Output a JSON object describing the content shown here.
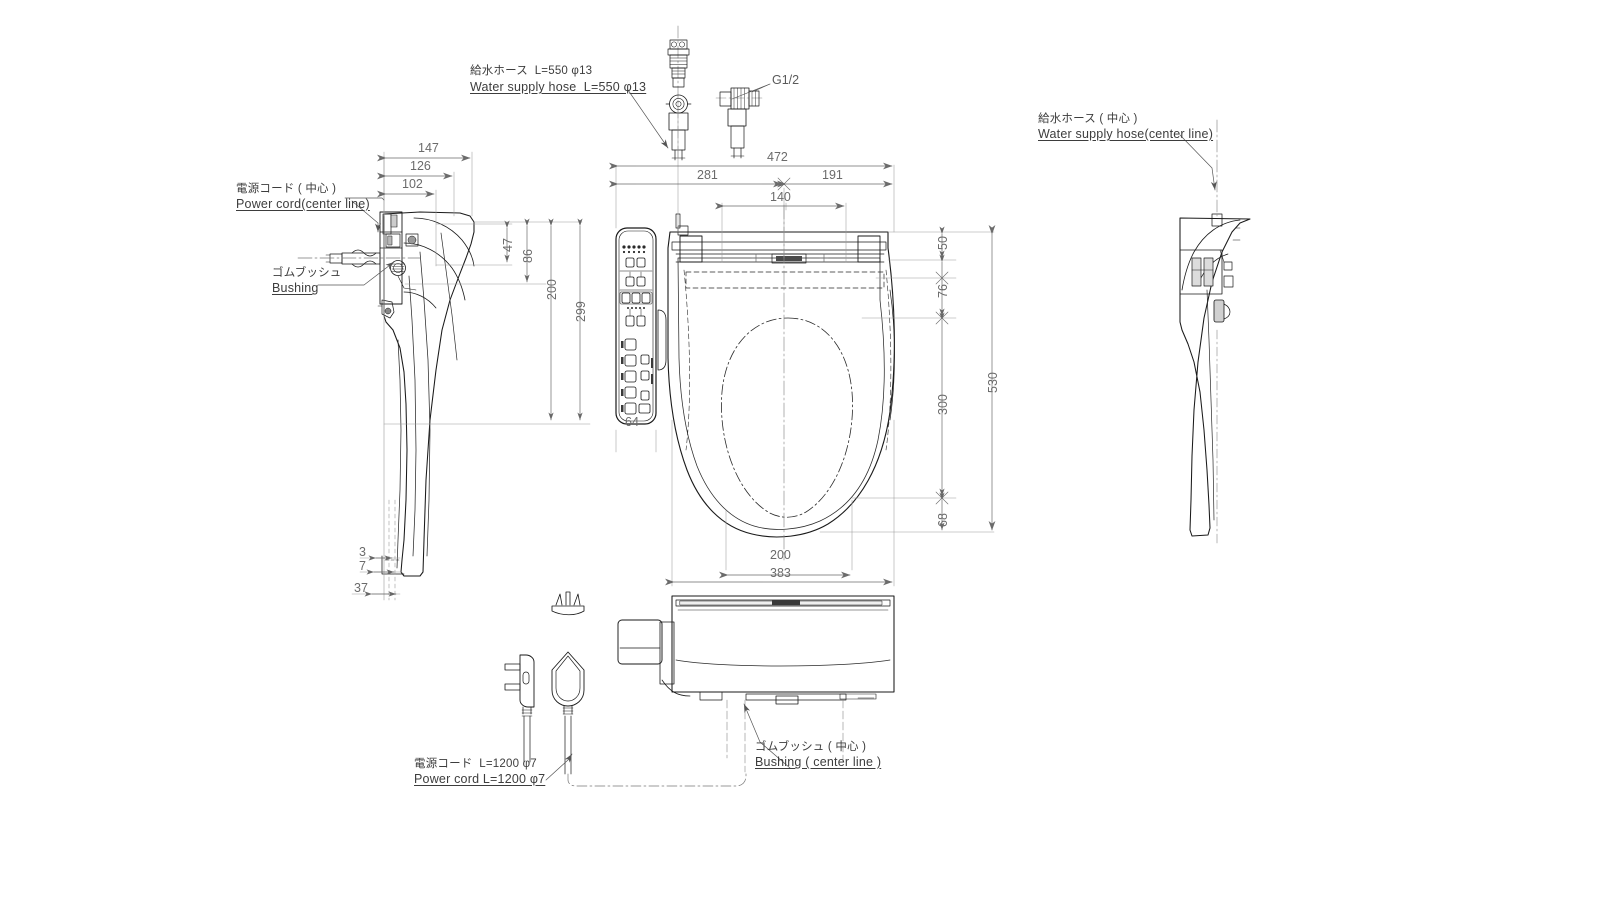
{
  "drawing": {
    "type": "technical-drawing",
    "subject": "Electronic bidet toilet seat (washlet) dimensional drawing",
    "units": "mm",
    "background_color": "#ffffff",
    "line_color": "#1a1a1a",
    "dimension_color": "#6b6b6b",
    "text_color": "#3d3d3d"
  },
  "annotations": {
    "water_supply_hose": {
      "jp": "給水ホース  L=550 φ13",
      "en": "Water supply hose  L=550 φ13"
    },
    "power_cord_centerline": {
      "jp": "電源コード ( 中心 )",
      "en": "Power cord(center line)"
    },
    "bushing": {
      "jp": "ゴムブッシュ",
      "en": "Bushing"
    },
    "water_supply_hose_centerline": {
      "jp": "給水ホース ( 中心 )",
      "en": "Water supply hose(center line)"
    },
    "power_cord_length": {
      "jp": "電源コード  L=1200 φ7",
      "en": "Power cord L=1200 φ7"
    },
    "bushing_centerline": {
      "jp": "ゴムブッシュ ( 中心 )",
      "en": "Bushing ( center line )"
    },
    "thread_spec": "G1/2"
  },
  "dimensions": {
    "side_view_left": {
      "horizontal": [
        "147",
        "126",
        "102"
      ],
      "vertical": [
        "47",
        "86",
        "200",
        "299"
      ],
      "bottom_left": [
        "3",
        "7",
        "37"
      ]
    },
    "top_view": {
      "width_total": "472",
      "width_left": "281",
      "width_right": "191",
      "width_inner": "140",
      "panel_width": "64",
      "depth_total": "530",
      "depth_segments": [
        "50",
        "76",
        "300",
        "68"
      ],
      "bowl_width": "200",
      "body_width": "383"
    }
  }
}
